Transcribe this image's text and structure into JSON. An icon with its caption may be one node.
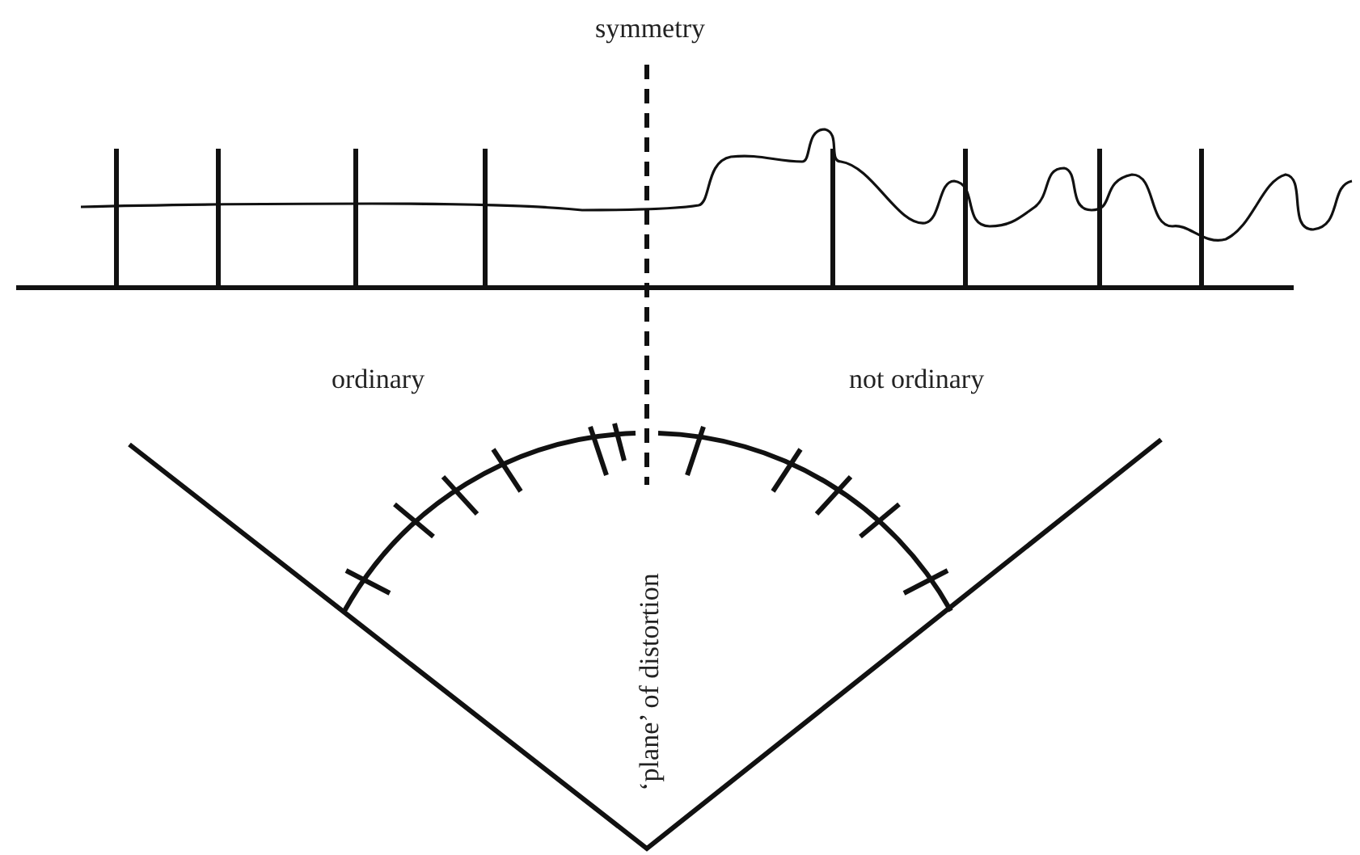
{
  "diagram": {
    "labels": [
      "symmetry",
      "ordinary",
      "not ordinary",
      "‘plane’ of distortion"
    ]
  }
}
